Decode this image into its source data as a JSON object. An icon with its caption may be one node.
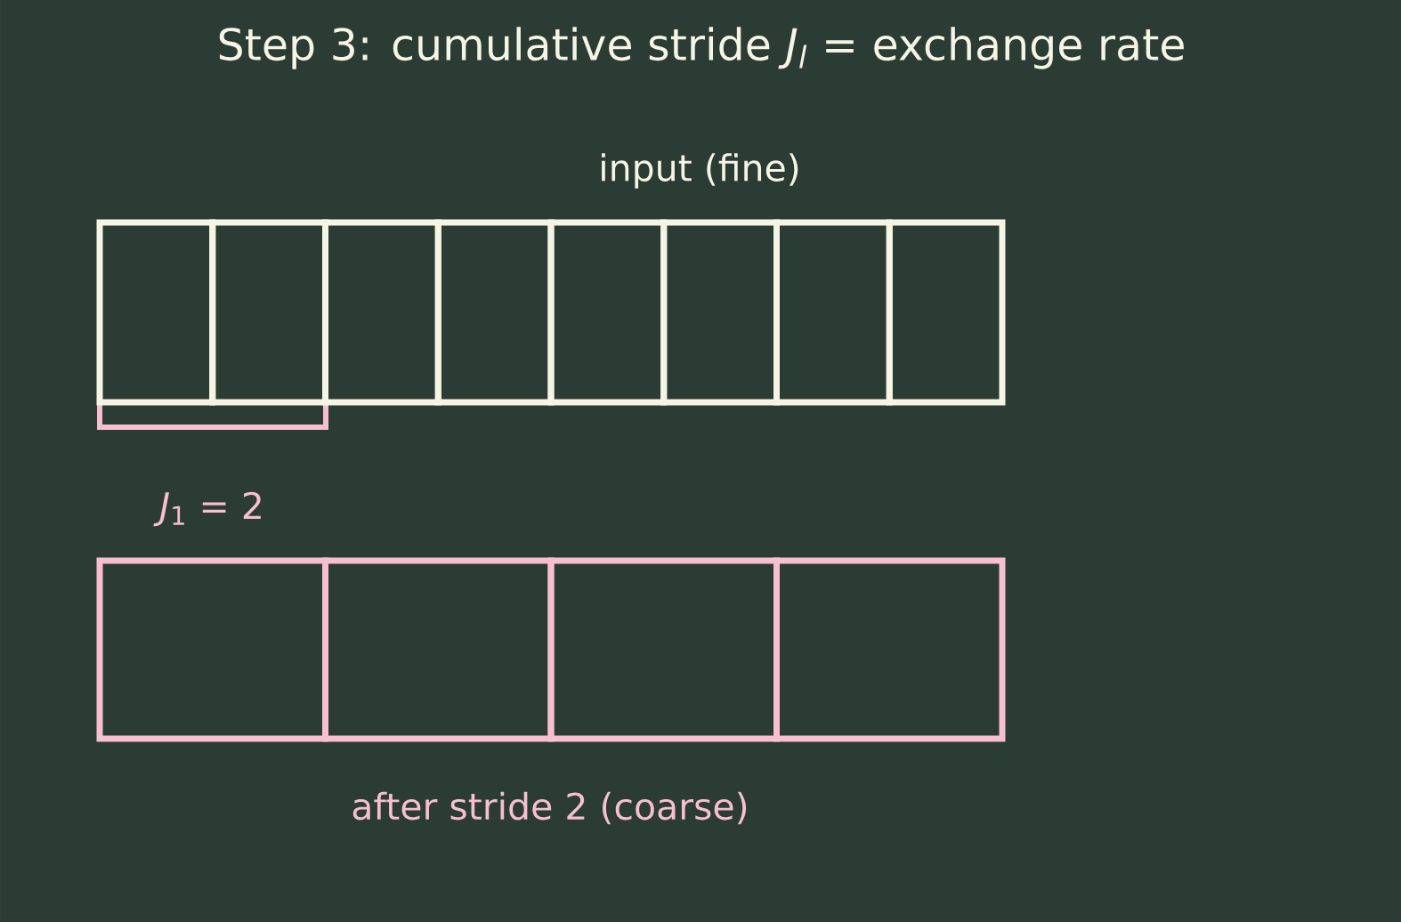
{
  "diagram": {
    "title": "Step 3: cumulative stride *J$_{l}$* = exchange rate",
    "nodes": [
      {
        "text": [],
        "shape": "box"
      },
      {
        "text": [],
        "shape": "box"
      },
      {
        "text": [],
        "shape": "box"
      },
      {
        "text": [],
        "shape": "box"
      },
      {
        "text": [],
        "shape": "box"
      },
      {
        "text": [],
        "shape": "box"
      },
      {
        "text": [],
        "shape": "box"
      },
      {
        "text": [],
        "shape": "box"
      },
      {
        "text": [],
        "shape": "box"
      },
      {
        "text": [],
        "shape": "box"
      },
      {
        "text": [],
        "shape": "box"
      },
      {
        "text": [],
        "shape": "box"
      }
    ],
    "labels": [
      "input (fine)",
      "*J*$_{1}$ = 2",
      "after stride 2 (coarse)"
    ]
  }
}
